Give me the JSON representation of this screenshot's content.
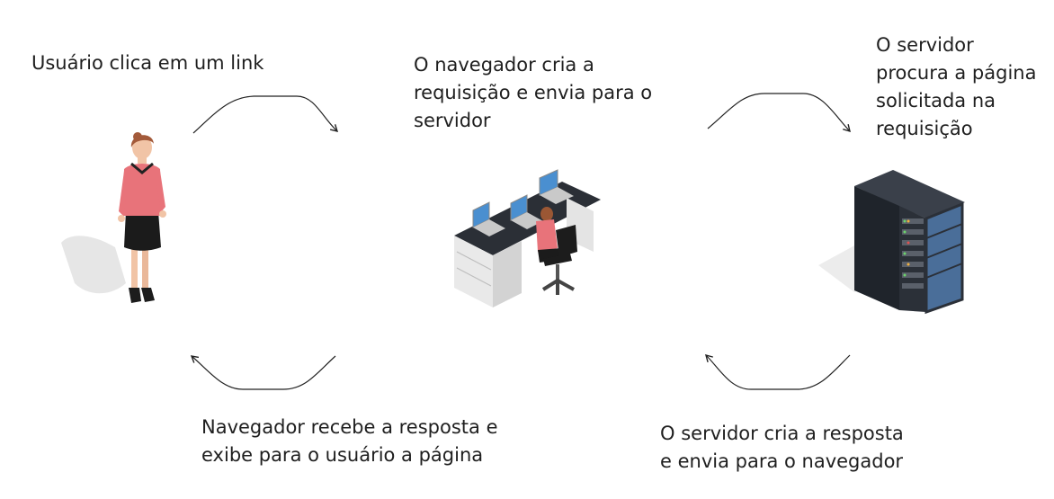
{
  "steps": {
    "user_click": {
      "lines": [
        "Usuário clica em um link"
      ]
    },
    "browser_request": {
      "lines": [
        "O navegador cria a",
        "requisição e envia para o",
        "servidor"
      ]
    },
    "server_search": {
      "lines": [
        "O servidor",
        "procura a página",
        "solicitada na",
        "requisição"
      ]
    },
    "browser_receive": {
      "lines": [
        "Navegador recebe a resposta e",
        "exibe para o usuário a página"
      ]
    },
    "server_response": {
      "lines": [
        "O servidor cria a resposta",
        "e envia para o navegador"
      ]
    }
  },
  "illustrations": {
    "user": "woman-standing-icon",
    "browser": "workstation-computers-icon",
    "server": "server-rack-icon"
  },
  "colors": {
    "text": "#1f1f1f",
    "arrow": "#222222",
    "blouse": "#e8737a",
    "skirt": "#1b1b1b",
    "server_body": "#2b3038",
    "screen": "#4a8fd0"
  }
}
